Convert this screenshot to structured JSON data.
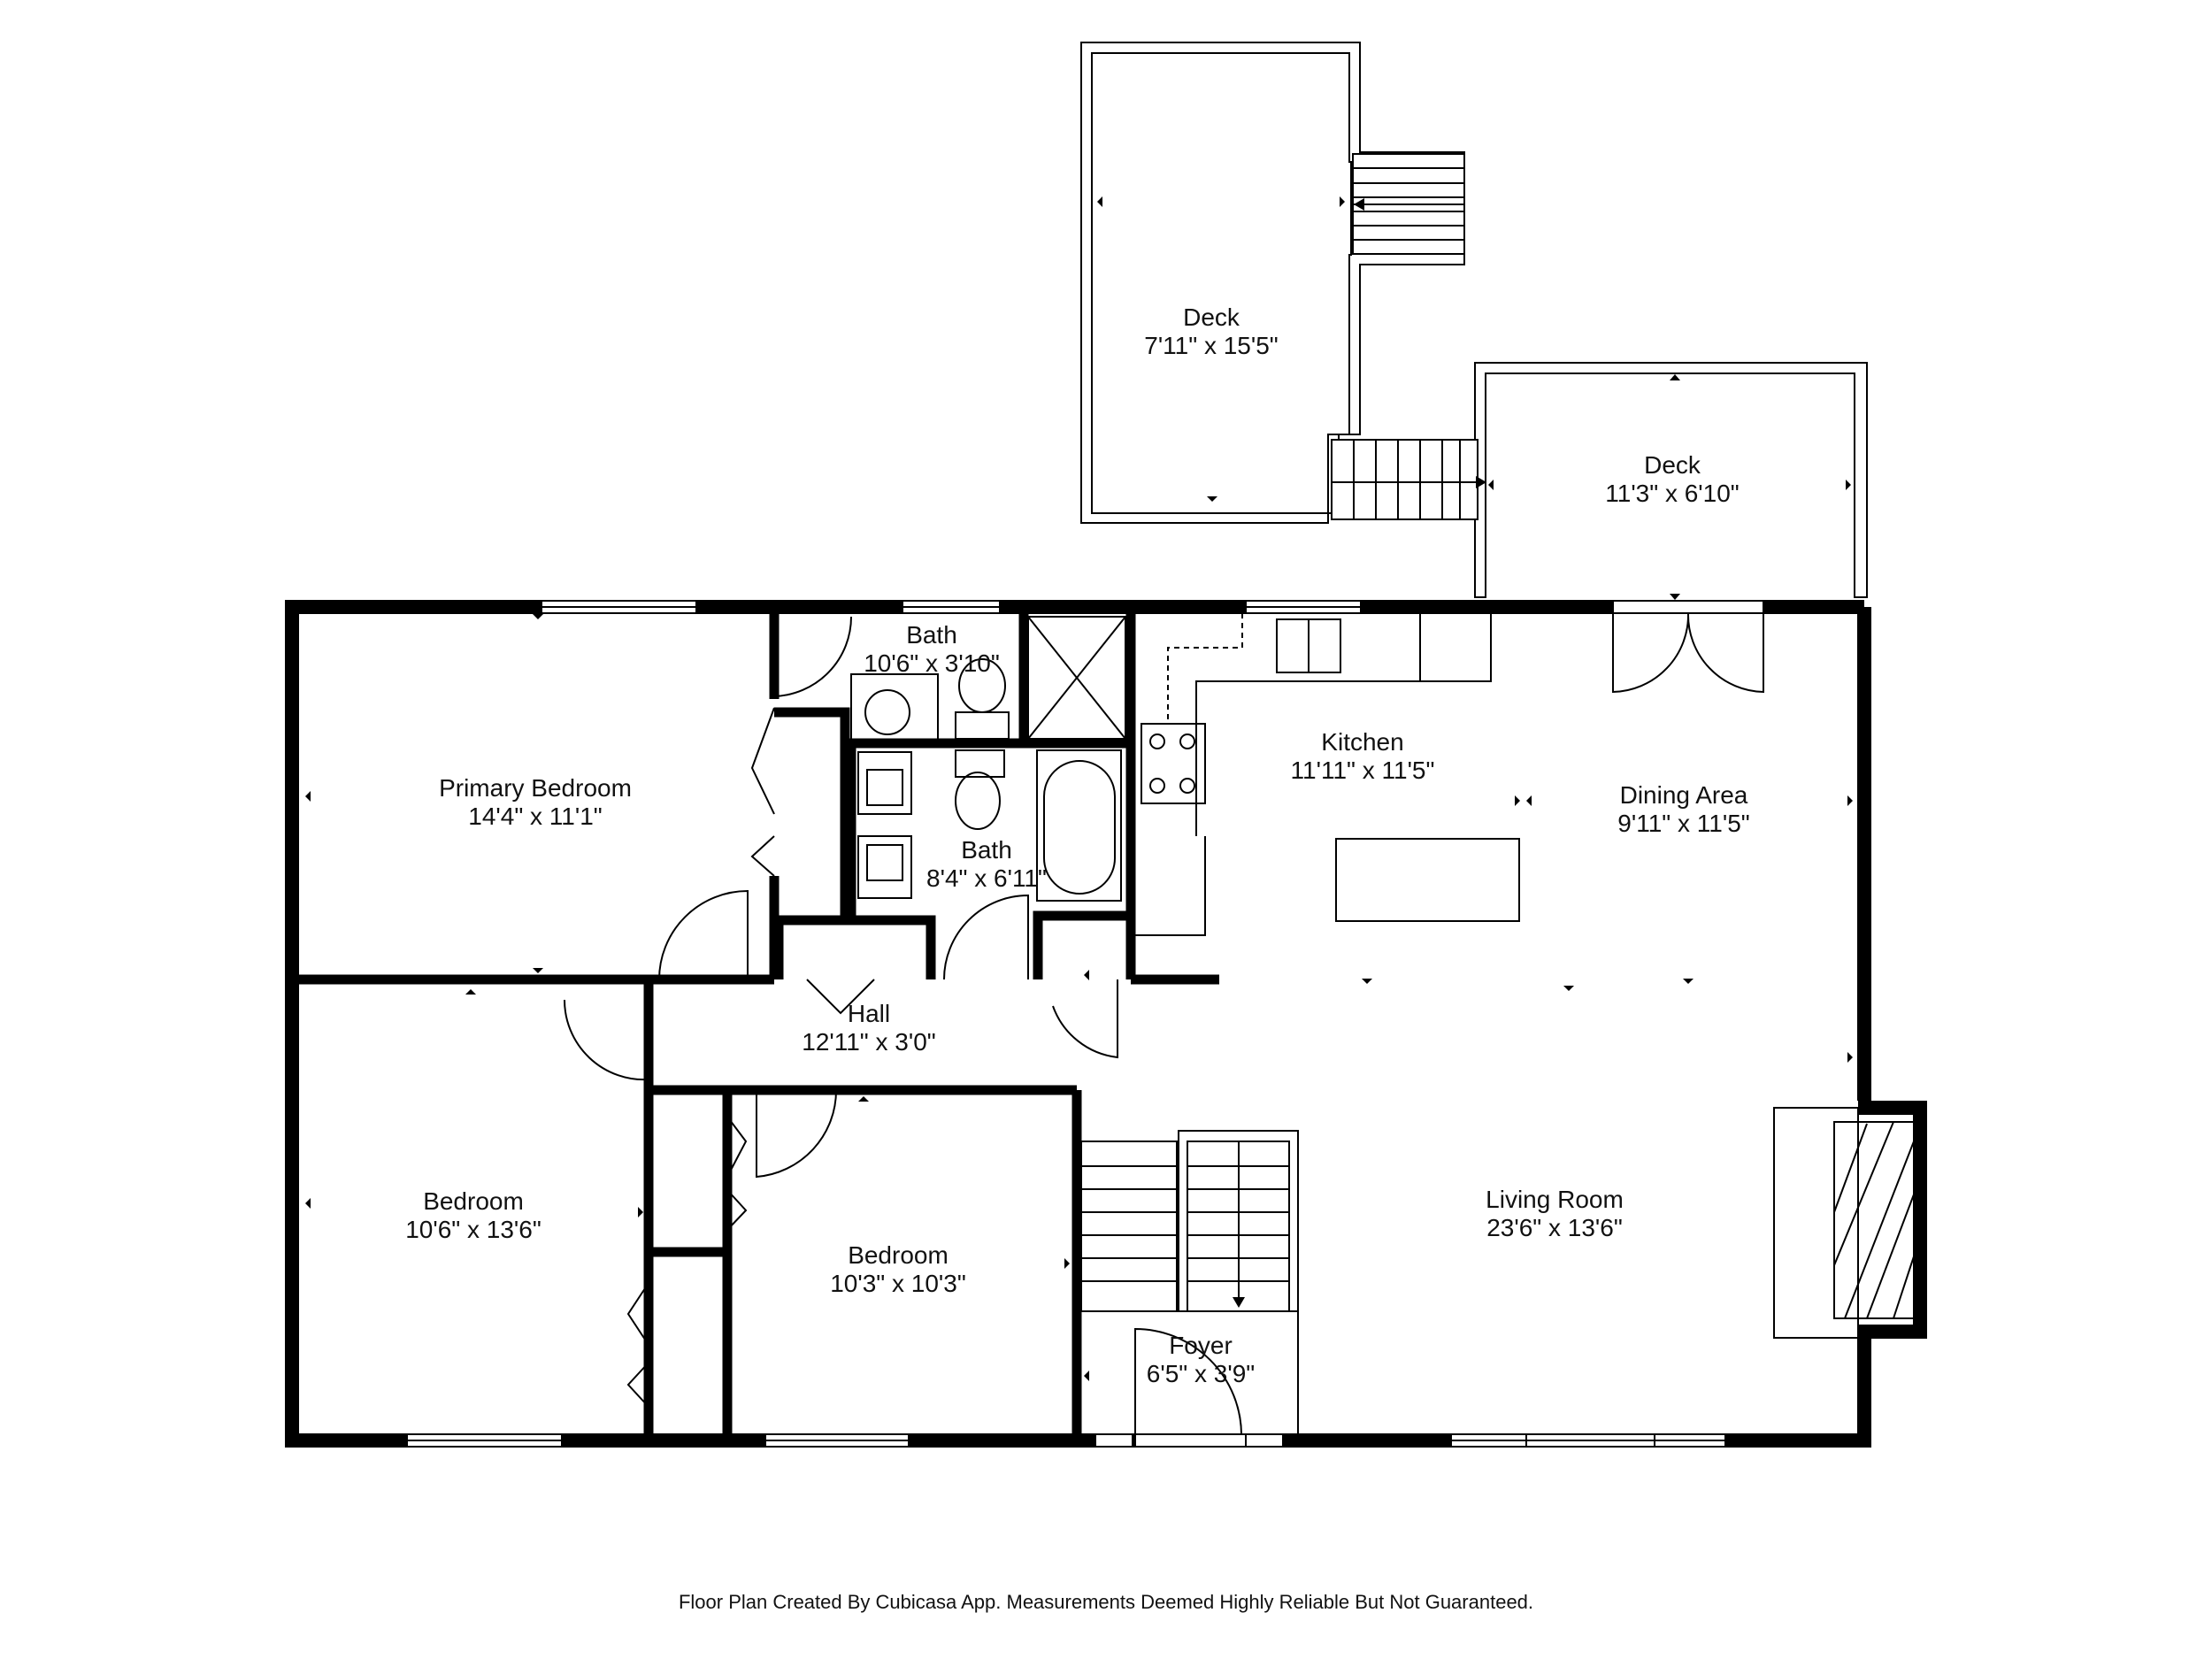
{
  "rooms": {
    "deck_upper": {
      "name": "Deck",
      "size": "7'11\" x 15'5\""
    },
    "deck_right": {
      "name": "Deck",
      "size": "11'3\" x 6'10\""
    },
    "bath_top": {
      "name": "Bath",
      "size": "10'6\" x 3'10\""
    },
    "primary_bedroom": {
      "name": "Primary Bedroom",
      "size": "14'4\" x 11'1\""
    },
    "kitchen": {
      "name": "Kitchen",
      "size": "11'11\" x 11'5\""
    },
    "dining_area": {
      "name": "Dining Area",
      "size": "9'11\" x 11'5\""
    },
    "bath_mid": {
      "name": "Bath",
      "size": "8'4\" x 6'11\""
    },
    "hall": {
      "name": "Hall",
      "size": "12'11\" x 3'0\""
    },
    "bedroom_left": {
      "name": "Bedroom",
      "size": "10'6\" x 13'6\""
    },
    "bedroom_mid": {
      "name": "Bedroom",
      "size": "10'3\" x 10'3\""
    },
    "living_room": {
      "name": "Living Room",
      "size": "23'6\" x 13'6\""
    },
    "foyer": {
      "name": "Foyer",
      "size": "6'5\" x 3'9\""
    }
  },
  "footer": {
    "disclaimer": "Floor Plan Created By Cubicasa App. Measurements Deemed Highly Reliable But Not Guaranteed."
  }
}
